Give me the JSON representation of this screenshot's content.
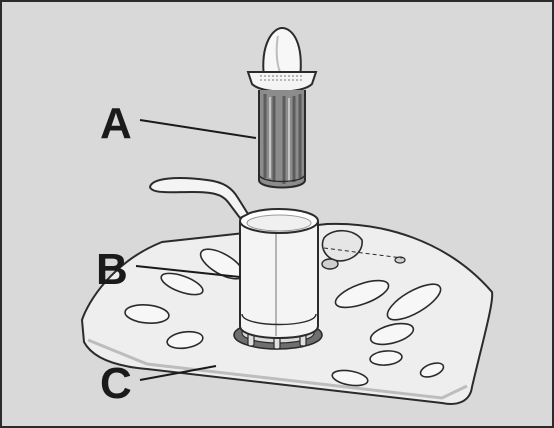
{
  "diagram": {
    "callouts": {
      "a": "A",
      "b": "B",
      "c": "C"
    },
    "colors": {
      "background": "#d9d9d9",
      "outline": "#2b2b2b",
      "part_fill": "#f4f4f4",
      "shade": "#bdbdbd",
      "seal": "#6f6f6f"
    }
  }
}
